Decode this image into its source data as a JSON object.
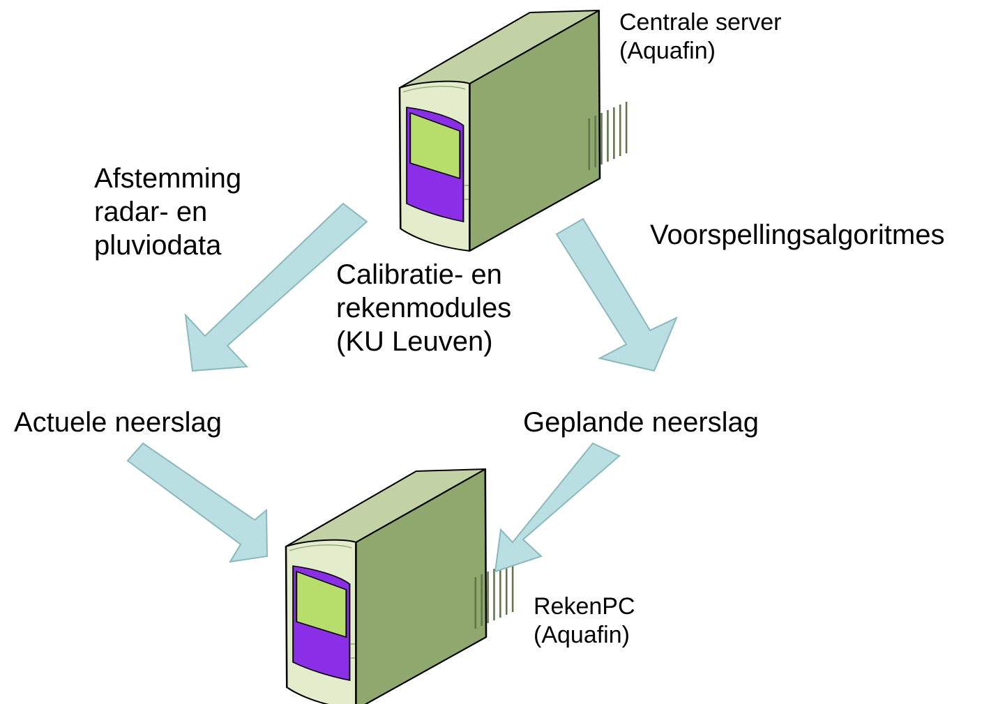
{
  "labels": {
    "central_server": [
      "Centrale server",
      "(Aquafin)"
    ],
    "reken_pc": [
      "RekenPC",
      "(Aquafin)"
    ],
    "afstemming": [
      "Afstemming",
      "radar- en",
      "pluviodata"
    ],
    "calibratie": [
      "Calibratie- en",
      "rekenmodules",
      "(KU Leuven)"
    ],
    "voorspelling": "Voorspellingsalgoritmes",
    "actuele": "Actuele neerslag",
    "geplande": "Geplande neerslag"
  },
  "icons": {
    "servers": [
      "server-icon",
      "server-icon"
    ],
    "arrows": [
      "arrow-icon",
      "arrow-icon",
      "arrow-icon",
      "arrow-icon"
    ]
  },
  "colors": {
    "arrow_fill": "#b9dfe3",
    "arrow_stroke": "#8bb8bb",
    "server_top": "#c2d2a5",
    "server_side": "#8ea86e",
    "server_front": "#e3edcb",
    "screen_green": "#b7de6b",
    "screen_purple": "#8a2ee8"
  }
}
